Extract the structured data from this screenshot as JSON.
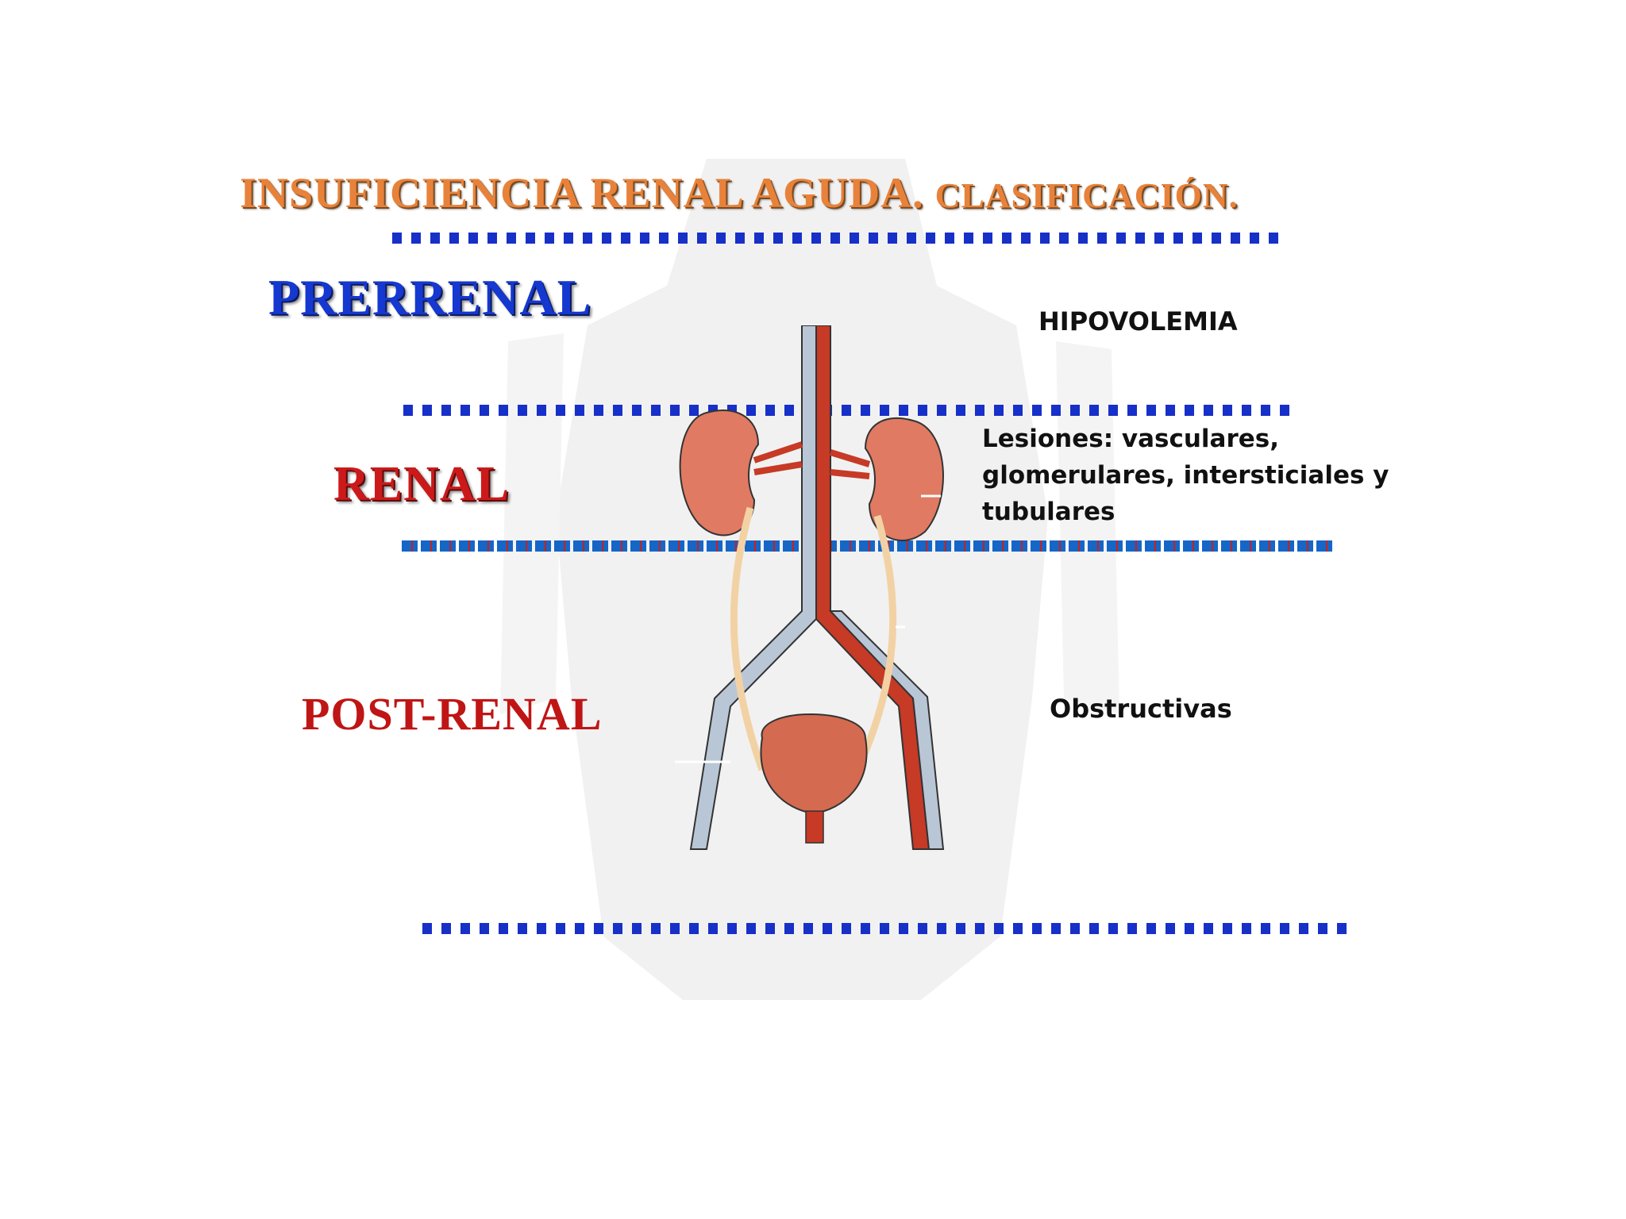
{
  "slide": {
    "title_main": "INSUFICIENCIA RENAL AGUDA.",
    "title_sub": "CLASIFICACIÓN."
  },
  "categories": [
    {
      "label": "PRERRENAL",
      "description": "HIPOVOLEMIA",
      "color": "#1538d0"
    },
    {
      "label": "RENAL",
      "description": "Lesiones: vasculares, glomerulares, intersticiales y tubulares",
      "color": "#cc1a1a"
    },
    {
      "label": "POST-RENAL",
      "description": "Obstructivas",
      "color": "#c01515"
    }
  ],
  "colors": {
    "title": "#e8823a",
    "separator_blue": "#1730c8",
    "separator_mixed_blue": "#1566c6",
    "separator_mixed_red": "#c8201f",
    "artery": "#c63a26",
    "vein": "#b9c6d6",
    "kidney": "#e07a62",
    "ureter": "#f2d2a4"
  },
  "illustration": "urinary-system-anatomy"
}
